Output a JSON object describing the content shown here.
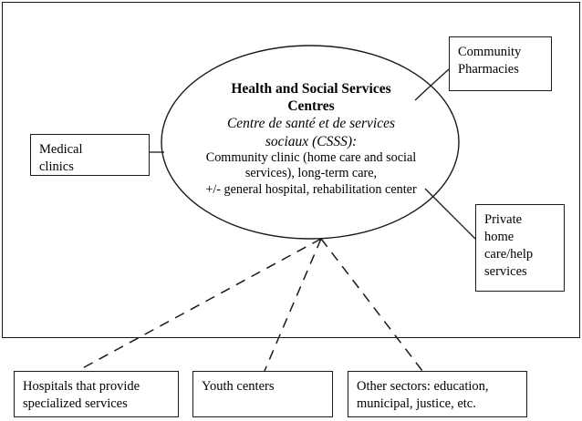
{
  "diagram": {
    "center": {
      "title": "Health and Social Services\nCentres",
      "subtitle": "Centre de santé et de services\nsociaux (CSSS):",
      "body": "Community clinic (home care and social\nservices), long-term care,\n+/- general hospital, rehabilitation center"
    },
    "boxes": [
      {
        "id": "community-pharmacies",
        "label": "Community\nPharmacies"
      },
      {
        "id": "medical-clinics",
        "label": "Medical\nclinics"
      },
      {
        "id": "private-home-care",
        "label": "Private\nhome\ncare/help\nservices"
      },
      {
        "id": "hospitals",
        "label": "Hospitals that provide\nspecialized services"
      },
      {
        "id": "youth-centers",
        "label": "Youth centers"
      },
      {
        "id": "other-sectors",
        "label": "Other sectors: education,\nmunicipal, justice, etc."
      }
    ],
    "colors": {
      "stroke": "#1a1a1a",
      "background": "#ffffff",
      "text": "#000000"
    }
  }
}
